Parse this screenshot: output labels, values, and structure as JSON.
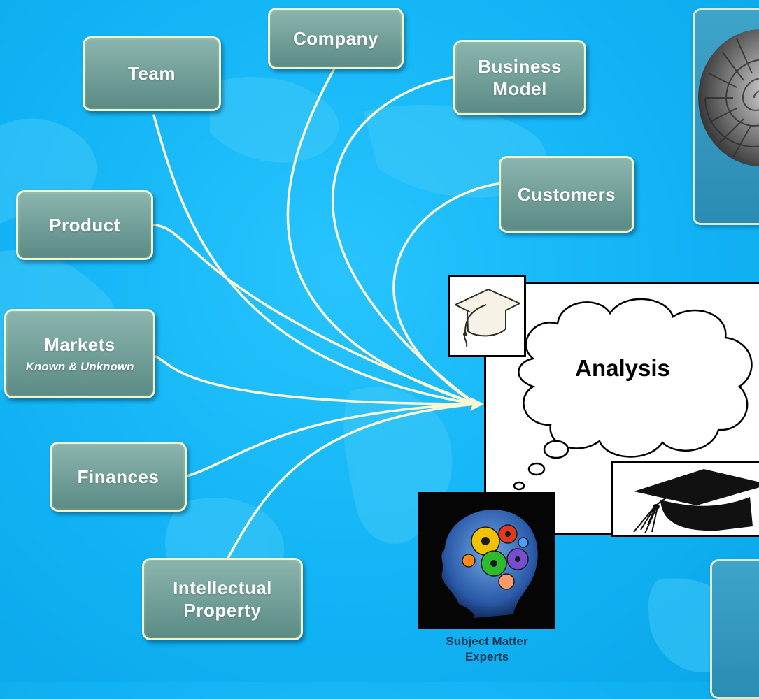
{
  "nodes": {
    "team": "Team",
    "company": "Company",
    "business_model": [
      "Business",
      "Model"
    ],
    "customers": "Customers",
    "product": "Product",
    "markets": "Markets",
    "markets_sub": "Known & Unknown",
    "finances": "Finances",
    "intellectual_property": [
      "Intellectual",
      "Property"
    ]
  },
  "analysis": {
    "label": "Analysis"
  },
  "experts": {
    "caption": [
      "Subject Matter",
      "Experts"
    ]
  },
  "colors": {
    "background": "#12b4f5",
    "node_fill": "#6f9f98",
    "node_border": "#f1f5c6",
    "connector": "#fbf7d0",
    "caption_text": "#1e3a58"
  },
  "icons": [
    "world-map-background",
    "nautilus-shell-image",
    "graduation-cap-sketch-icon",
    "graduation-cap-icon",
    "thought-cloud-icon",
    "gear-head-icon",
    "arrow-head-icon"
  ]
}
